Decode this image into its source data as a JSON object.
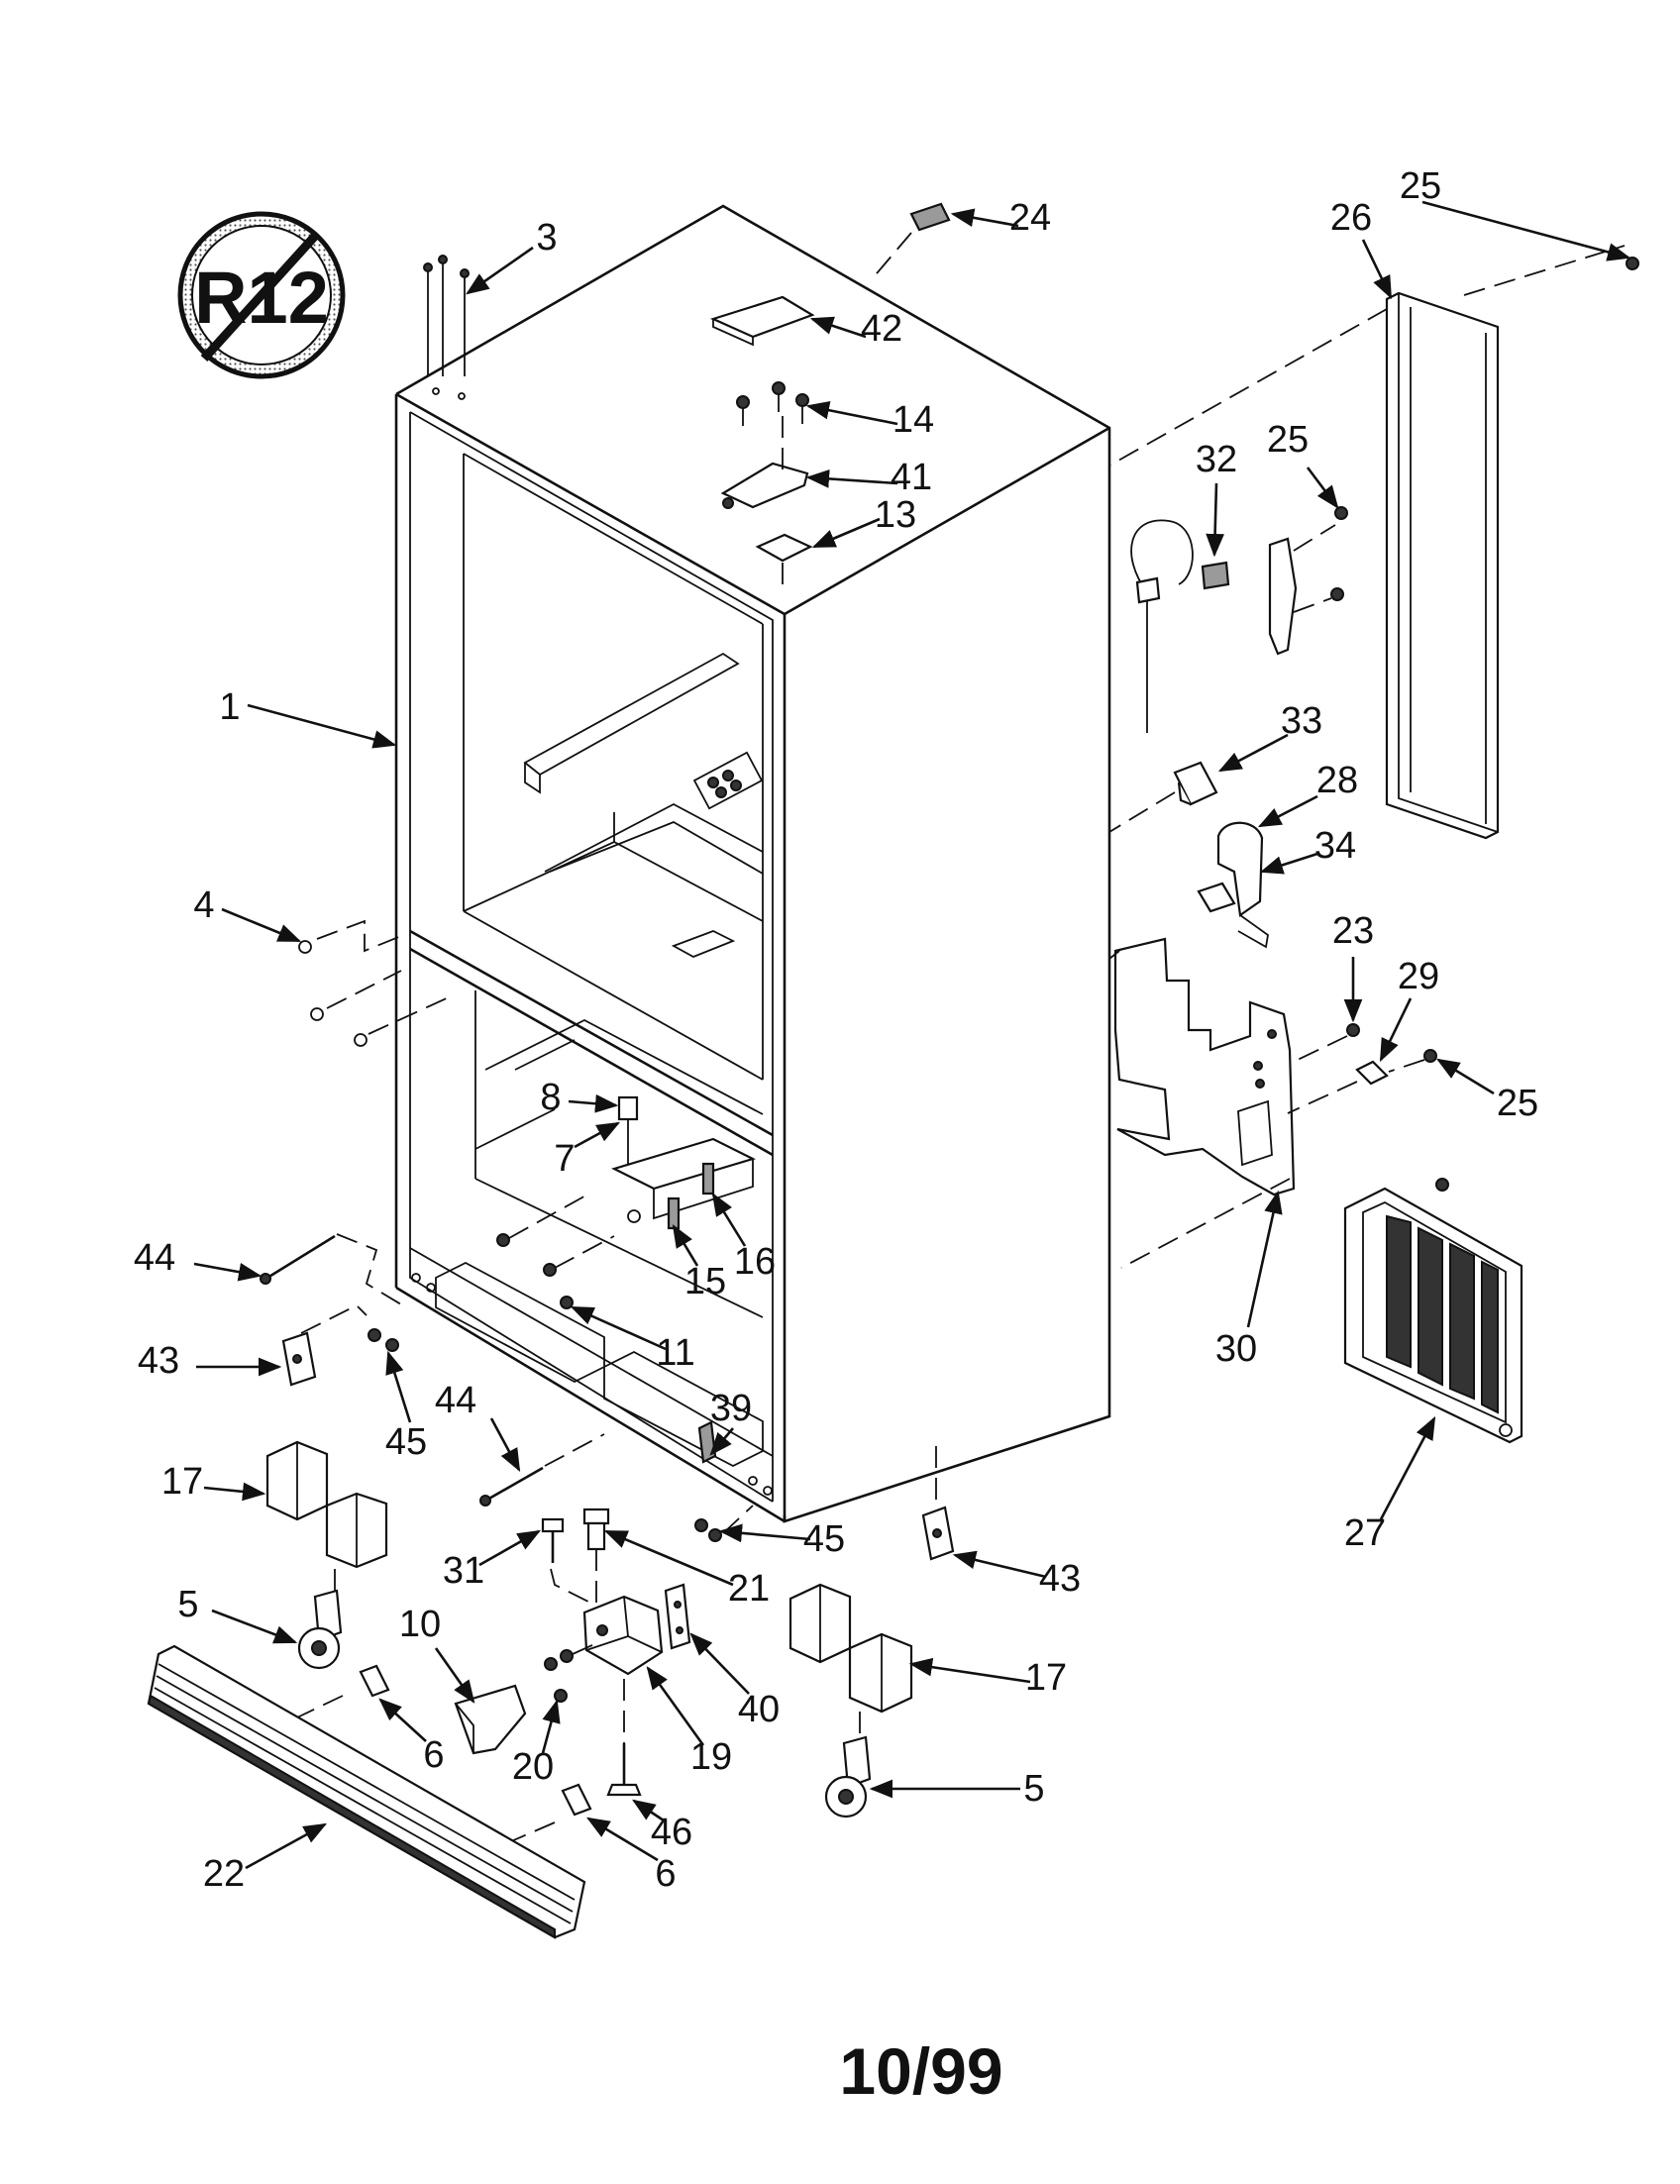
{
  "seal": {
    "text": "R12",
    "icon": "no-r12-icon"
  },
  "footer": {
    "date": "10/99"
  },
  "callouts": [
    {
      "id": "1",
      "label": "1"
    },
    {
      "id": "3",
      "label": "3"
    },
    {
      "id": "4",
      "label": "4"
    },
    {
      "id": "5a",
      "label": "5"
    },
    {
      "id": "5b",
      "label": "5"
    },
    {
      "id": "6a",
      "label": "6"
    },
    {
      "id": "6b",
      "label": "6"
    },
    {
      "id": "7",
      "label": "7"
    },
    {
      "id": "8",
      "label": "8"
    },
    {
      "id": "10",
      "label": "10"
    },
    {
      "id": "11",
      "label": "11"
    },
    {
      "id": "13",
      "label": "13"
    },
    {
      "id": "14",
      "label": "14"
    },
    {
      "id": "15",
      "label": "15"
    },
    {
      "id": "16",
      "label": "16"
    },
    {
      "id": "17a",
      "label": "17"
    },
    {
      "id": "17b",
      "label": "17"
    },
    {
      "id": "19",
      "label": "19"
    },
    {
      "id": "20",
      "label": "20"
    },
    {
      "id": "21",
      "label": "21"
    },
    {
      "id": "22",
      "label": "22"
    },
    {
      "id": "23",
      "label": "23"
    },
    {
      "id": "24",
      "label": "24"
    },
    {
      "id": "25a",
      "label": "25"
    },
    {
      "id": "25b",
      "label": "25"
    },
    {
      "id": "25c",
      "label": "25"
    },
    {
      "id": "26",
      "label": "26"
    },
    {
      "id": "27",
      "label": "27"
    },
    {
      "id": "28",
      "label": "28"
    },
    {
      "id": "29",
      "label": "29"
    },
    {
      "id": "30",
      "label": "30"
    },
    {
      "id": "31",
      "label": "31"
    },
    {
      "id": "32",
      "label": "32"
    },
    {
      "id": "33",
      "label": "33"
    },
    {
      "id": "34",
      "label": "34"
    },
    {
      "id": "39",
      "label": "39"
    },
    {
      "id": "40",
      "label": "40"
    },
    {
      "id": "41",
      "label": "41"
    },
    {
      "id": "42",
      "label": "42"
    },
    {
      "id": "43a",
      "label": "43"
    },
    {
      "id": "43b",
      "label": "43"
    },
    {
      "id": "44a",
      "label": "44"
    },
    {
      "id": "44b",
      "label": "44"
    },
    {
      "id": "45a",
      "label": "45"
    },
    {
      "id": "45b",
      "label": "45"
    },
    {
      "id": "46",
      "label": "46"
    }
  ]
}
